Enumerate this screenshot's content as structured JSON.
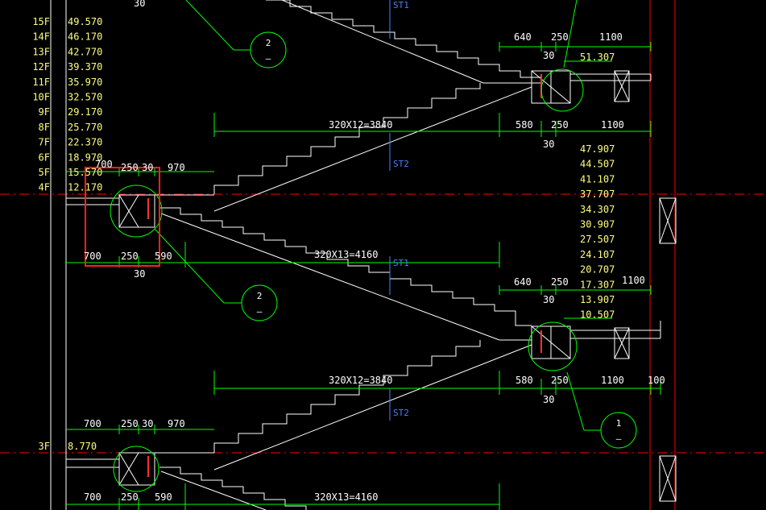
{
  "colors": {
    "background": "#000000",
    "stair_line": "#ffffff",
    "dimension": "#00ff00",
    "axis": "#ff0000",
    "elevation": "#ffff80",
    "section_mark": "#4a7fff",
    "selection": "#ff0000"
  },
  "floor_labels": [
    {
      "floor": "15F",
      "elev": "49.570"
    },
    {
      "floor": "14F",
      "elev": "46.170"
    },
    {
      "floor": "13F",
      "elev": "42.770"
    },
    {
      "floor": "12F",
      "elev": "39.370"
    },
    {
      "floor": "11F",
      "elev": "35.970"
    },
    {
      "floor": "10F",
      "elev": "32.570"
    },
    {
      "floor": "9F",
      "elev": "29.170"
    },
    {
      "floor": "8F",
      "elev": "25.770"
    },
    {
      "floor": "7F",
      "elev": "22.370"
    },
    {
      "floor": "6F",
      "elev": "18.970"
    },
    {
      "floor": "5F",
      "elev": "15.570"
    },
    {
      "floor": "4F",
      "elev": "12.170"
    }
  ],
  "floor_3": {
    "floor": "3F",
    "elev": "8.770"
  },
  "right_elevations": [
    "47.907",
    "44.507",
    "41.107",
    "37.707",
    "34.307",
    "30.907",
    "27.507",
    "24.107",
    "20.707",
    "17.307",
    "13.907",
    "10.507"
  ],
  "top_elevation": "51.307",
  "dimensions": {
    "d_30": "30",
    "d_640": "640",
    "d_250": "250",
    "d_1100": "1100",
    "d_580": "580",
    "d_700": "700",
    "d_970": "970",
    "d_590": "590",
    "d_100": "100",
    "flight_12": "320X12=3840",
    "flight_13": "320X13=4160"
  },
  "section_labels": {
    "st1": "ST1",
    "st2": "ST2"
  },
  "detail_callouts": {
    "num_2": "2",
    "num_1": "1",
    "sub": "—"
  }
}
